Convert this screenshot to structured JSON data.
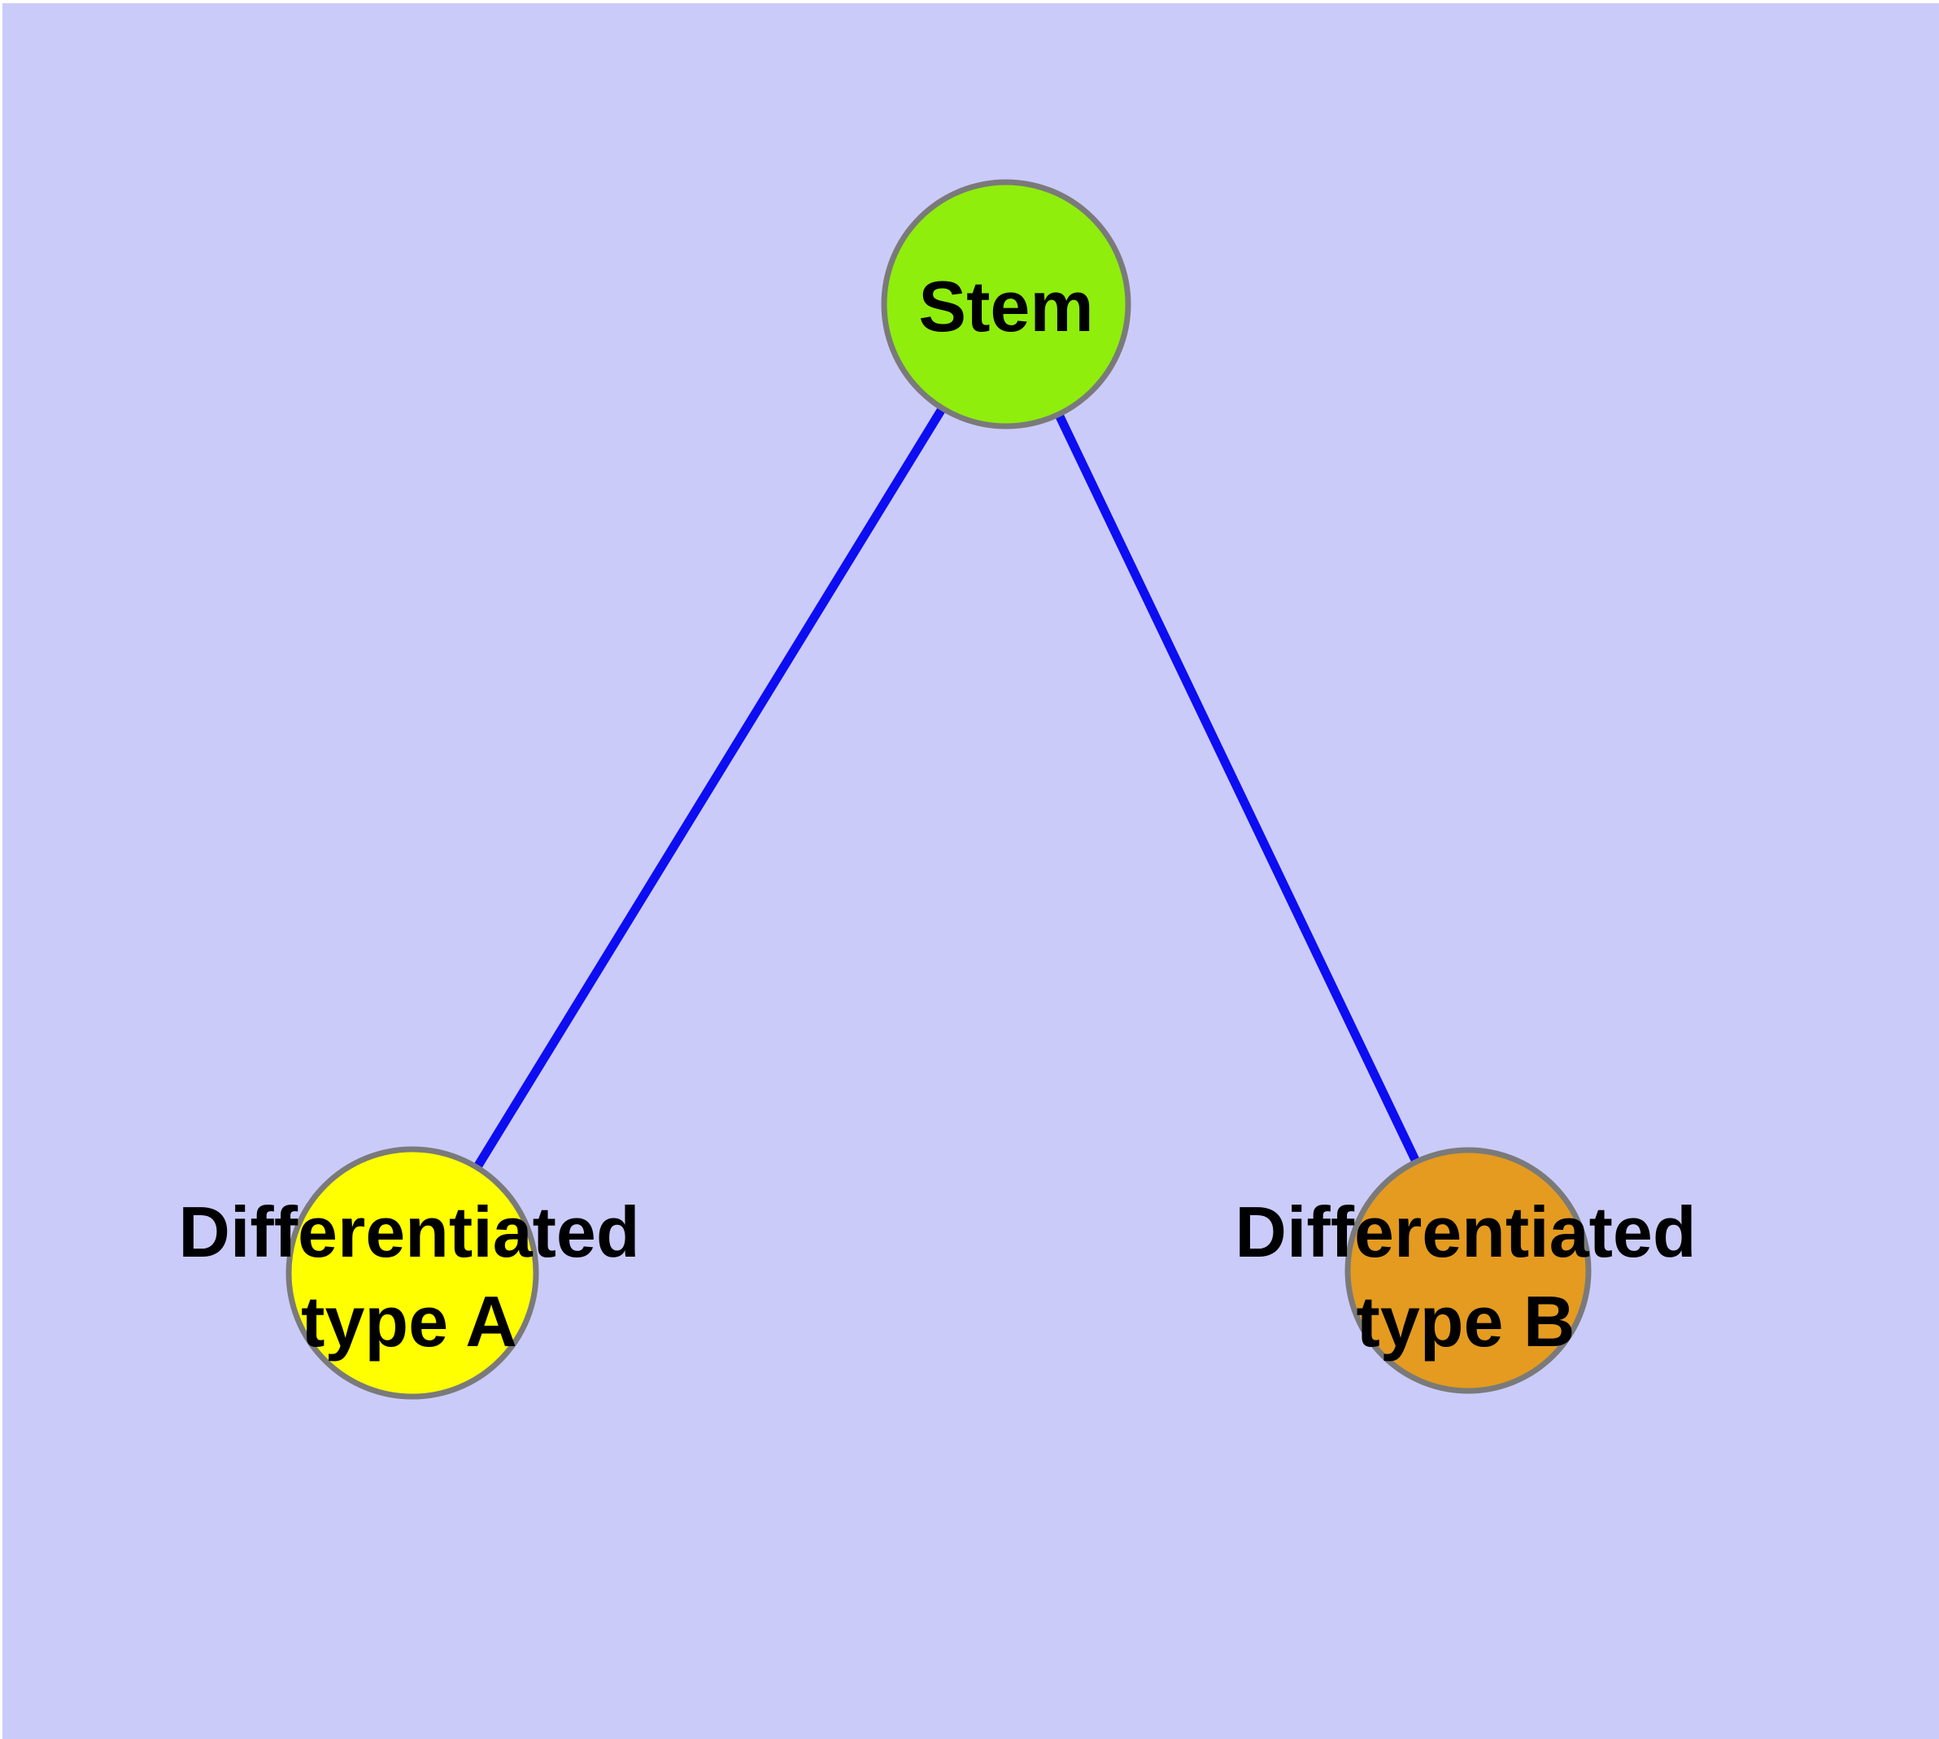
{
  "styles": {
    "background_color": "#CBCBFA",
    "page_border_color": "#FFFFFF",
    "node_border_color": "#7A7A7A",
    "label_color": "#000000"
  },
  "nodes": {
    "stem": {
      "label": "Stem",
      "fill_color": "#8FEE0C"
    },
    "type_a": {
      "label_line1": "Differentiated",
      "label_line2": "type A",
      "full_label": "Differentiated type A",
      "fill_color": "#FFFF00"
    },
    "type_b": {
      "label_line1": "Differentiated",
      "label_line2": "type B",
      "full_label": "Differentiated type B",
      "fill_color": "#E49B20"
    }
  },
  "edges": {
    "color": "#0D0DF2",
    "list": [
      {
        "source": "Stem",
        "target": "Differentiated type A"
      },
      {
        "source": "Stem",
        "target": "Differentiated type B"
      }
    ]
  }
}
